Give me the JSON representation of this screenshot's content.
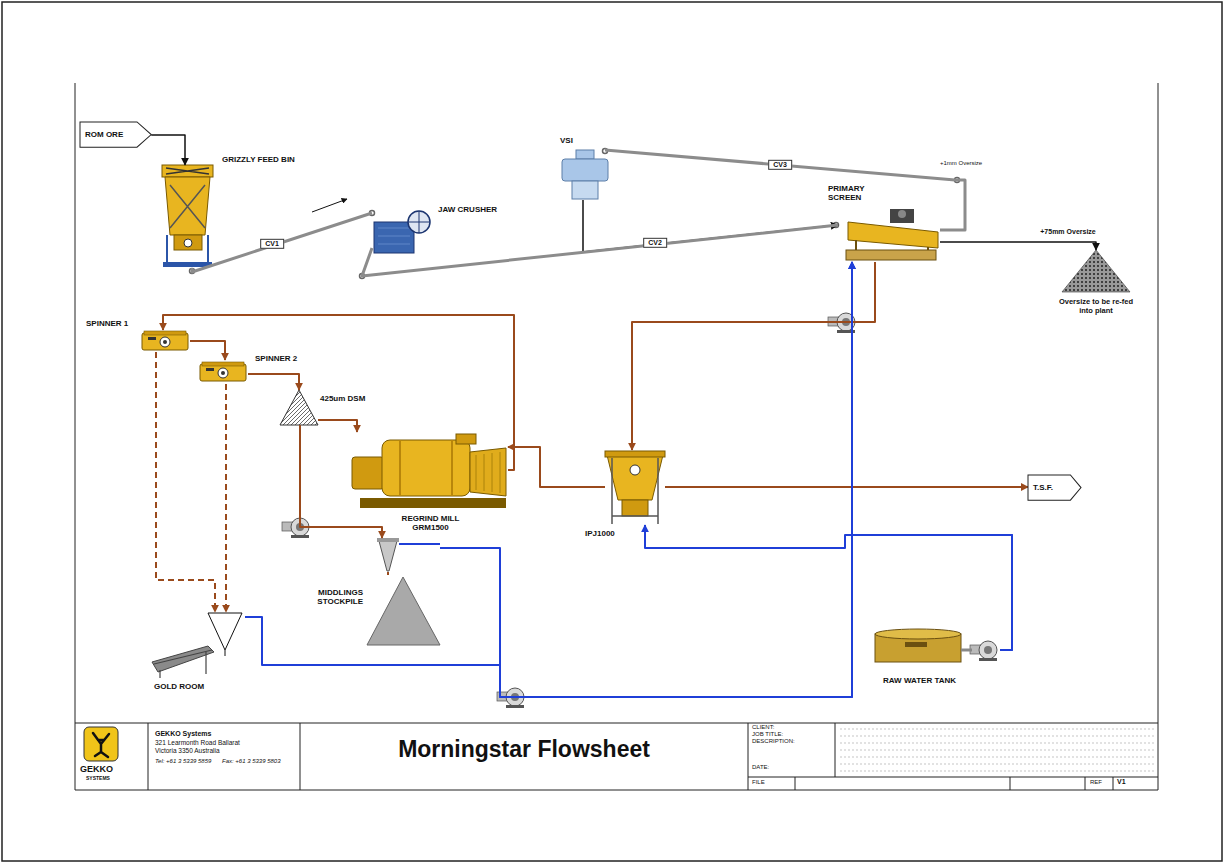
{
  "diagram": {
    "title": "Morningstar Flowsheet",
    "nodes": [
      {
        "text": [
          "ROM ORE"
        ]
      },
      {
        "text": [
          "GRIZZLY FEED BIN"
        ]
      },
      {
        "text": [
          "VSI"
        ]
      },
      {
        "text": [
          "PRIMARY SCREEN"
        ]
      },
      {
        "text": [
          "JAW CRUSHER"
        ]
      },
      {
        "text": [
          "Oversize to be re-fed into plant"
        ]
      },
      {
        "text": [
          "SPINNER 1"
        ]
      },
      {
        "text": [
          "SPINNER 2"
        ]
      },
      {
        "text": [
          "425um DSM"
        ]
      },
      {
        "text": [
          "REGRIND MILL GRM1500"
        ]
      },
      {
        "text": [
          "IPJ1000"
        ]
      },
      {
        "text": [
          "T.S.F."
        ]
      },
      {
        "text": [
          "MIDDLINGS STOCKPILE"
        ]
      },
      {
        "text": [
          "GOLD ROOM"
        ]
      },
      {
        "text": [
          "RAW WATER TANK"
        ]
      }
    ],
    "edges": [
      {
        "from": 0,
        "to": 1,
        "arrow": "to"
      },
      {
        "from": 1,
        "to": 4,
        "label": "CV1",
        "arrow": "none"
      },
      {
        "from": 4,
        "to": 3,
        "label": "CV2",
        "arrow": "none"
      },
      {
        "from": 2,
        "to": 3,
        "arrow": "to"
      },
      {
        "from": 3,
        "to": 2,
        "label": "CV3",
        "arrow": "none"
      },
      {
        "from": 3,
        "to": 5,
        "label": "+75mm Oversize",
        "arrow": "to"
      },
      {
        "from": 3,
        "to": 10,
        "arrow": "to"
      },
      {
        "from": 10,
        "to": 11,
        "arrow": "to"
      },
      {
        "from": 10,
        "to": 9,
        "arrow": "to"
      },
      {
        "from": 9,
        "to": 6,
        "arrow": "to"
      },
      {
        "from": 6,
        "to": 7,
        "arrow": "to"
      },
      {
        "from": 7,
        "to": 8,
        "arrow": "to"
      },
      {
        "from": 8,
        "to": 9,
        "arrow": "to"
      },
      {
        "from": 8,
        "to": 12,
        "arrow": "to"
      },
      {
        "from": 6,
        "to": 13,
        "arrow": "to"
      },
      {
        "from": 7,
        "to": 13,
        "arrow": "to"
      },
      {
        "from": 13,
        "to": 3,
        "arrow": "to"
      },
      {
        "from": 12,
        "to": 3,
        "arrow": "to"
      },
      {
        "from": 14,
        "to": 10,
        "arrow": "to"
      },
      {
        "from": 14,
        "to": 3,
        "arrow": "to"
      }
    ],
    "labels": [
      "+1mm Oversize",
      "GEKKO",
      "SYSTEMS",
      "GEKKO Systems",
      "321 Learmonth Road Ballarat",
      "Victoria 3350 Australia",
      "Tel: +61 3 5339 5859",
      "Fax: +61 3 5339 5803",
      "CLIENT:",
      "JOB TITLE:",
      "DESCRIPTION:",
      "DATE:",
      "FILE",
      "REF",
      "V1"
    ]
  }
}
